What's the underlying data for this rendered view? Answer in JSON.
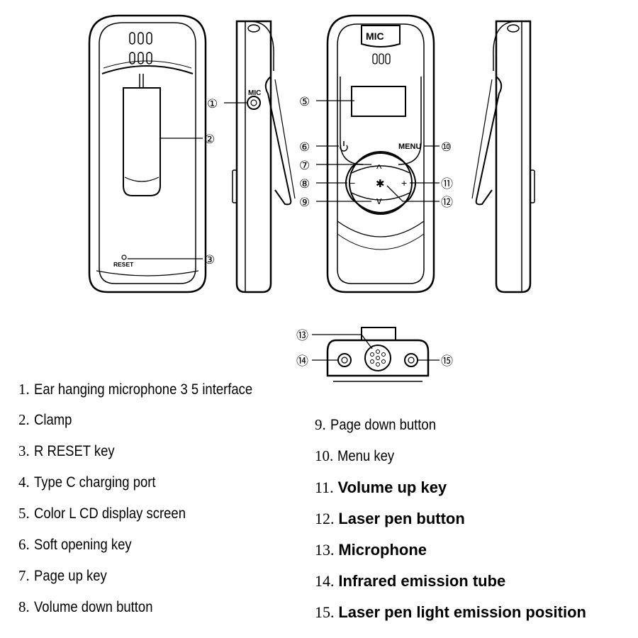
{
  "callouts": {
    "c1": "①",
    "c2": "②",
    "c3": "③",
    "c5": "⑤",
    "c6": "⑥",
    "c7": "⑦",
    "c8": "⑧",
    "c9": "⑨",
    "c10": "⑩",
    "c11": "⑪",
    "c12": "⑫",
    "c13": "⑬",
    "c14": "⑭",
    "c15": "⑮"
  },
  "device_labels": {
    "mic_side": "MIC",
    "mic_front": "MIC",
    "reset": "RESET",
    "menu": "MENU",
    "up": "^",
    "down": "v",
    "minus": "−",
    "plus": "+",
    "star": "✱"
  },
  "legend": {
    "left": [
      {
        "num": "1.",
        "text": "Ear hanging microphone 3 5 interface"
      },
      {
        "num": "2.",
        "text": "Clamp"
      },
      {
        "num": "3.",
        "text": "R RESET key"
      },
      {
        "num": "4.",
        "text": "Type C charging port"
      },
      {
        "num": "5.",
        "text": "Color L CD display screen"
      },
      {
        "num": "6.",
        "text": "Soft opening key"
      },
      {
        "num": "7.",
        "text": "Page up key"
      },
      {
        "num": "8.",
        "text": "Volume down button"
      }
    ],
    "right": [
      {
        "num": "9.",
        "text": "Page down button"
      },
      {
        "num": "10.",
        "text": "Menu key"
      },
      {
        "num": "11.",
        "text": "Volume up key"
      },
      {
        "num": "12.",
        "text": "Laser pen button"
      },
      {
        "num": "13.",
        "text": "Microphone"
      },
      {
        "num": "14.",
        "text": "Infrared emission tube"
      },
      {
        "num": "15.",
        "text": "Laser pen light emission position"
      }
    ]
  }
}
